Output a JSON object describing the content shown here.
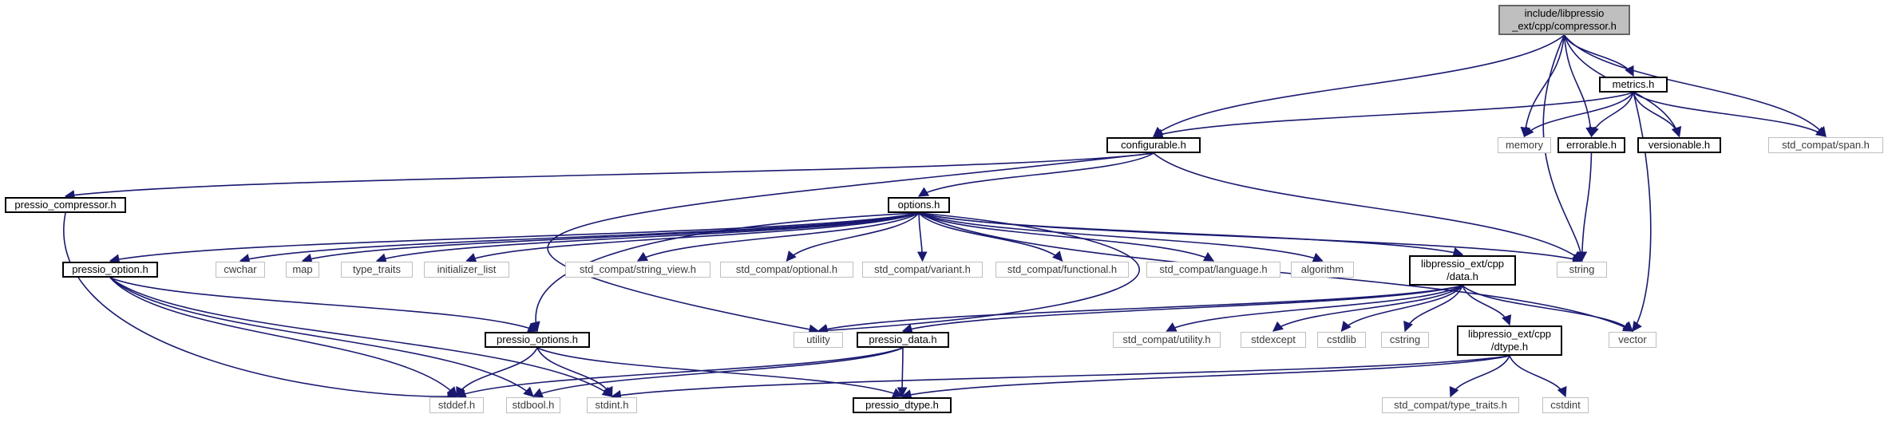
{
  "graph": {
    "colors": {
      "edge": "#191970",
      "documented_border": "#000000",
      "system_border": "#bfbfbf",
      "root_fill": "#bfbfbf"
    },
    "nodes": [
      {
        "id": "compressor",
        "label": "include/libpressio\n_ext/cpp/compressor.h",
        "kind": "root"
      },
      {
        "id": "metrics",
        "label": "metrics.h",
        "kind": "doc"
      },
      {
        "id": "configurable",
        "label": "configurable.h",
        "kind": "doc"
      },
      {
        "id": "memory",
        "label": "memory",
        "kind": "sys"
      },
      {
        "id": "errorable",
        "label": "errorable.h",
        "kind": "doc"
      },
      {
        "id": "versionable",
        "label": "versionable.h",
        "kind": "doc"
      },
      {
        "id": "span",
        "label": "std_compat/span.h",
        "kind": "sys"
      },
      {
        "id": "pressio_compressor",
        "label": "pressio_compressor.h",
        "kind": "doc"
      },
      {
        "id": "options",
        "label": "options.h",
        "kind": "doc"
      },
      {
        "id": "pressio_option",
        "label": "pressio_option.h",
        "kind": "doc"
      },
      {
        "id": "cwchar",
        "label": "cwchar",
        "kind": "sys"
      },
      {
        "id": "map",
        "label": "map",
        "kind": "sys"
      },
      {
        "id": "type_traits",
        "label": "type_traits",
        "kind": "sys"
      },
      {
        "id": "initializer_list",
        "label": "initializer_list",
        "kind": "sys"
      },
      {
        "id": "string_view",
        "label": "std_compat/string_view.h",
        "kind": "sys"
      },
      {
        "id": "optional",
        "label": "std_compat/optional.h",
        "kind": "sys"
      },
      {
        "id": "variant",
        "label": "std_compat/variant.h",
        "kind": "sys"
      },
      {
        "id": "functional",
        "label": "std_compat/functional.h",
        "kind": "sys"
      },
      {
        "id": "language",
        "label": "std_compat/language.h",
        "kind": "sys"
      },
      {
        "id": "algorithm",
        "label": "algorithm",
        "kind": "sys"
      },
      {
        "id": "data",
        "label": "libpressio_ext/cpp\n/data.h",
        "kind": "doc"
      },
      {
        "id": "string",
        "label": "string",
        "kind": "sys"
      },
      {
        "id": "utility",
        "label": "utility",
        "kind": "sys"
      },
      {
        "id": "compat_utility",
        "label": "std_compat/utility.h",
        "kind": "sys"
      },
      {
        "id": "stdexcept",
        "label": "stdexcept",
        "kind": "sys"
      },
      {
        "id": "cstdlib",
        "label": "cstdlib",
        "kind": "sys"
      },
      {
        "id": "cstring",
        "label": "cstring",
        "kind": "sys"
      },
      {
        "id": "dtype",
        "label": "libpressio_ext/cpp\n/dtype.h",
        "kind": "doc"
      },
      {
        "id": "vector",
        "label": "vector",
        "kind": "sys"
      },
      {
        "id": "pressio_options",
        "label": "pressio_options.h",
        "kind": "doc"
      },
      {
        "id": "pressio_data",
        "label": "pressio_data.h",
        "kind": "doc"
      },
      {
        "id": "stddef",
        "label": "stddef.h",
        "kind": "sys"
      },
      {
        "id": "stdbool",
        "label": "stdbool.h",
        "kind": "sys"
      },
      {
        "id": "stdint",
        "label": "stdint.h",
        "kind": "sys"
      },
      {
        "id": "pressio_dtype",
        "label": "pressio_dtype.h",
        "kind": "doc"
      },
      {
        "id": "compat_type_traits",
        "label": "std_compat/type_traits.h",
        "kind": "sys"
      },
      {
        "id": "cstdint",
        "label": "cstdint",
        "kind": "sys"
      }
    ],
    "edges": [
      [
        "compressor",
        "configurable"
      ],
      [
        "compressor",
        "metrics"
      ],
      [
        "compressor",
        "memory"
      ],
      [
        "compressor",
        "errorable"
      ],
      [
        "compressor",
        "versionable"
      ],
      [
        "compressor",
        "span"
      ],
      [
        "compressor",
        "string"
      ],
      [
        "metrics",
        "configurable"
      ],
      [
        "metrics",
        "memory"
      ],
      [
        "metrics",
        "errorable"
      ],
      [
        "metrics",
        "versionable"
      ],
      [
        "metrics",
        "span"
      ],
      [
        "metrics",
        "vector"
      ],
      [
        "errorable",
        "string"
      ],
      [
        "configurable",
        "pressio_compressor"
      ],
      [
        "configurable",
        "options"
      ],
      [
        "configurable",
        "string"
      ],
      [
        "configurable",
        "utility"
      ],
      [
        "options",
        "pressio_option"
      ],
      [
        "options",
        "cwchar"
      ],
      [
        "options",
        "map"
      ],
      [
        "options",
        "type_traits"
      ],
      [
        "options",
        "initializer_list"
      ],
      [
        "options",
        "string_view"
      ],
      [
        "options",
        "optional"
      ],
      [
        "options",
        "variant"
      ],
      [
        "options",
        "functional"
      ],
      [
        "options",
        "language"
      ],
      [
        "options",
        "algorithm"
      ],
      [
        "options",
        "data"
      ],
      [
        "options",
        "string"
      ],
      [
        "options",
        "vector"
      ],
      [
        "options",
        "pressio_options"
      ],
      [
        "options",
        "utility"
      ],
      [
        "pressio_compressor",
        "stddef"
      ],
      [
        "pressio_option",
        "pressio_options"
      ],
      [
        "pressio_option",
        "stddef"
      ],
      [
        "pressio_option",
        "stdbool"
      ],
      [
        "pressio_option",
        "stdint"
      ],
      [
        "data",
        "utility"
      ],
      [
        "data",
        "compat_utility"
      ],
      [
        "data",
        "stdexcept"
      ],
      [
        "data",
        "cstdlib"
      ],
      [
        "data",
        "cstring"
      ],
      [
        "data",
        "dtype"
      ],
      [
        "data",
        "vector"
      ],
      [
        "data",
        "pressio_data"
      ],
      [
        "pressio_options",
        "stddef"
      ],
      [
        "pressio_options",
        "stdint"
      ],
      [
        "pressio_options",
        "pressio_dtype"
      ],
      [
        "pressio_data",
        "stddef"
      ],
      [
        "pressio_data",
        "stdbool"
      ],
      [
        "pressio_data",
        "pressio_dtype"
      ],
      [
        "dtype",
        "stdint"
      ],
      [
        "dtype",
        "pressio_dtype"
      ],
      [
        "dtype",
        "compat_type_traits"
      ],
      [
        "dtype",
        "cstdint"
      ]
    ]
  }
}
